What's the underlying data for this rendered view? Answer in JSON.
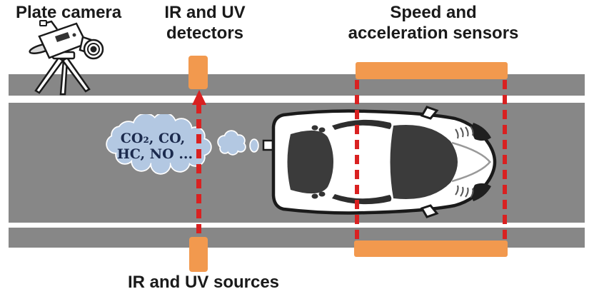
{
  "labels": {
    "plate_camera": "Plate camera",
    "detectors": [
      "IR and UV",
      "detectors"
    ],
    "speed_sensors": [
      "Speed and",
      "acceleration sensors"
    ],
    "sources": "IR and UV sources"
  },
  "cloud": {
    "line1": "CO₂, CO,",
    "line2": "HC, NO ..."
  },
  "colors": {
    "road_gray": "#878787",
    "sensor_orange": "#F2994E",
    "beam_red": "#D92121",
    "cloud_fill": "#B3C8E2",
    "cloud_outline": "#FFFFFF",
    "cloud_text": "#1B2A4D",
    "label_text": "#1A1A1A"
  },
  "icons": {
    "plate_camera": "camera-on-tripod-illustration",
    "vehicle": "car-top-view-illustration",
    "exhaust": "exhaust-cloud-illustration",
    "beam": "up-arrow-dashed-beam"
  }
}
